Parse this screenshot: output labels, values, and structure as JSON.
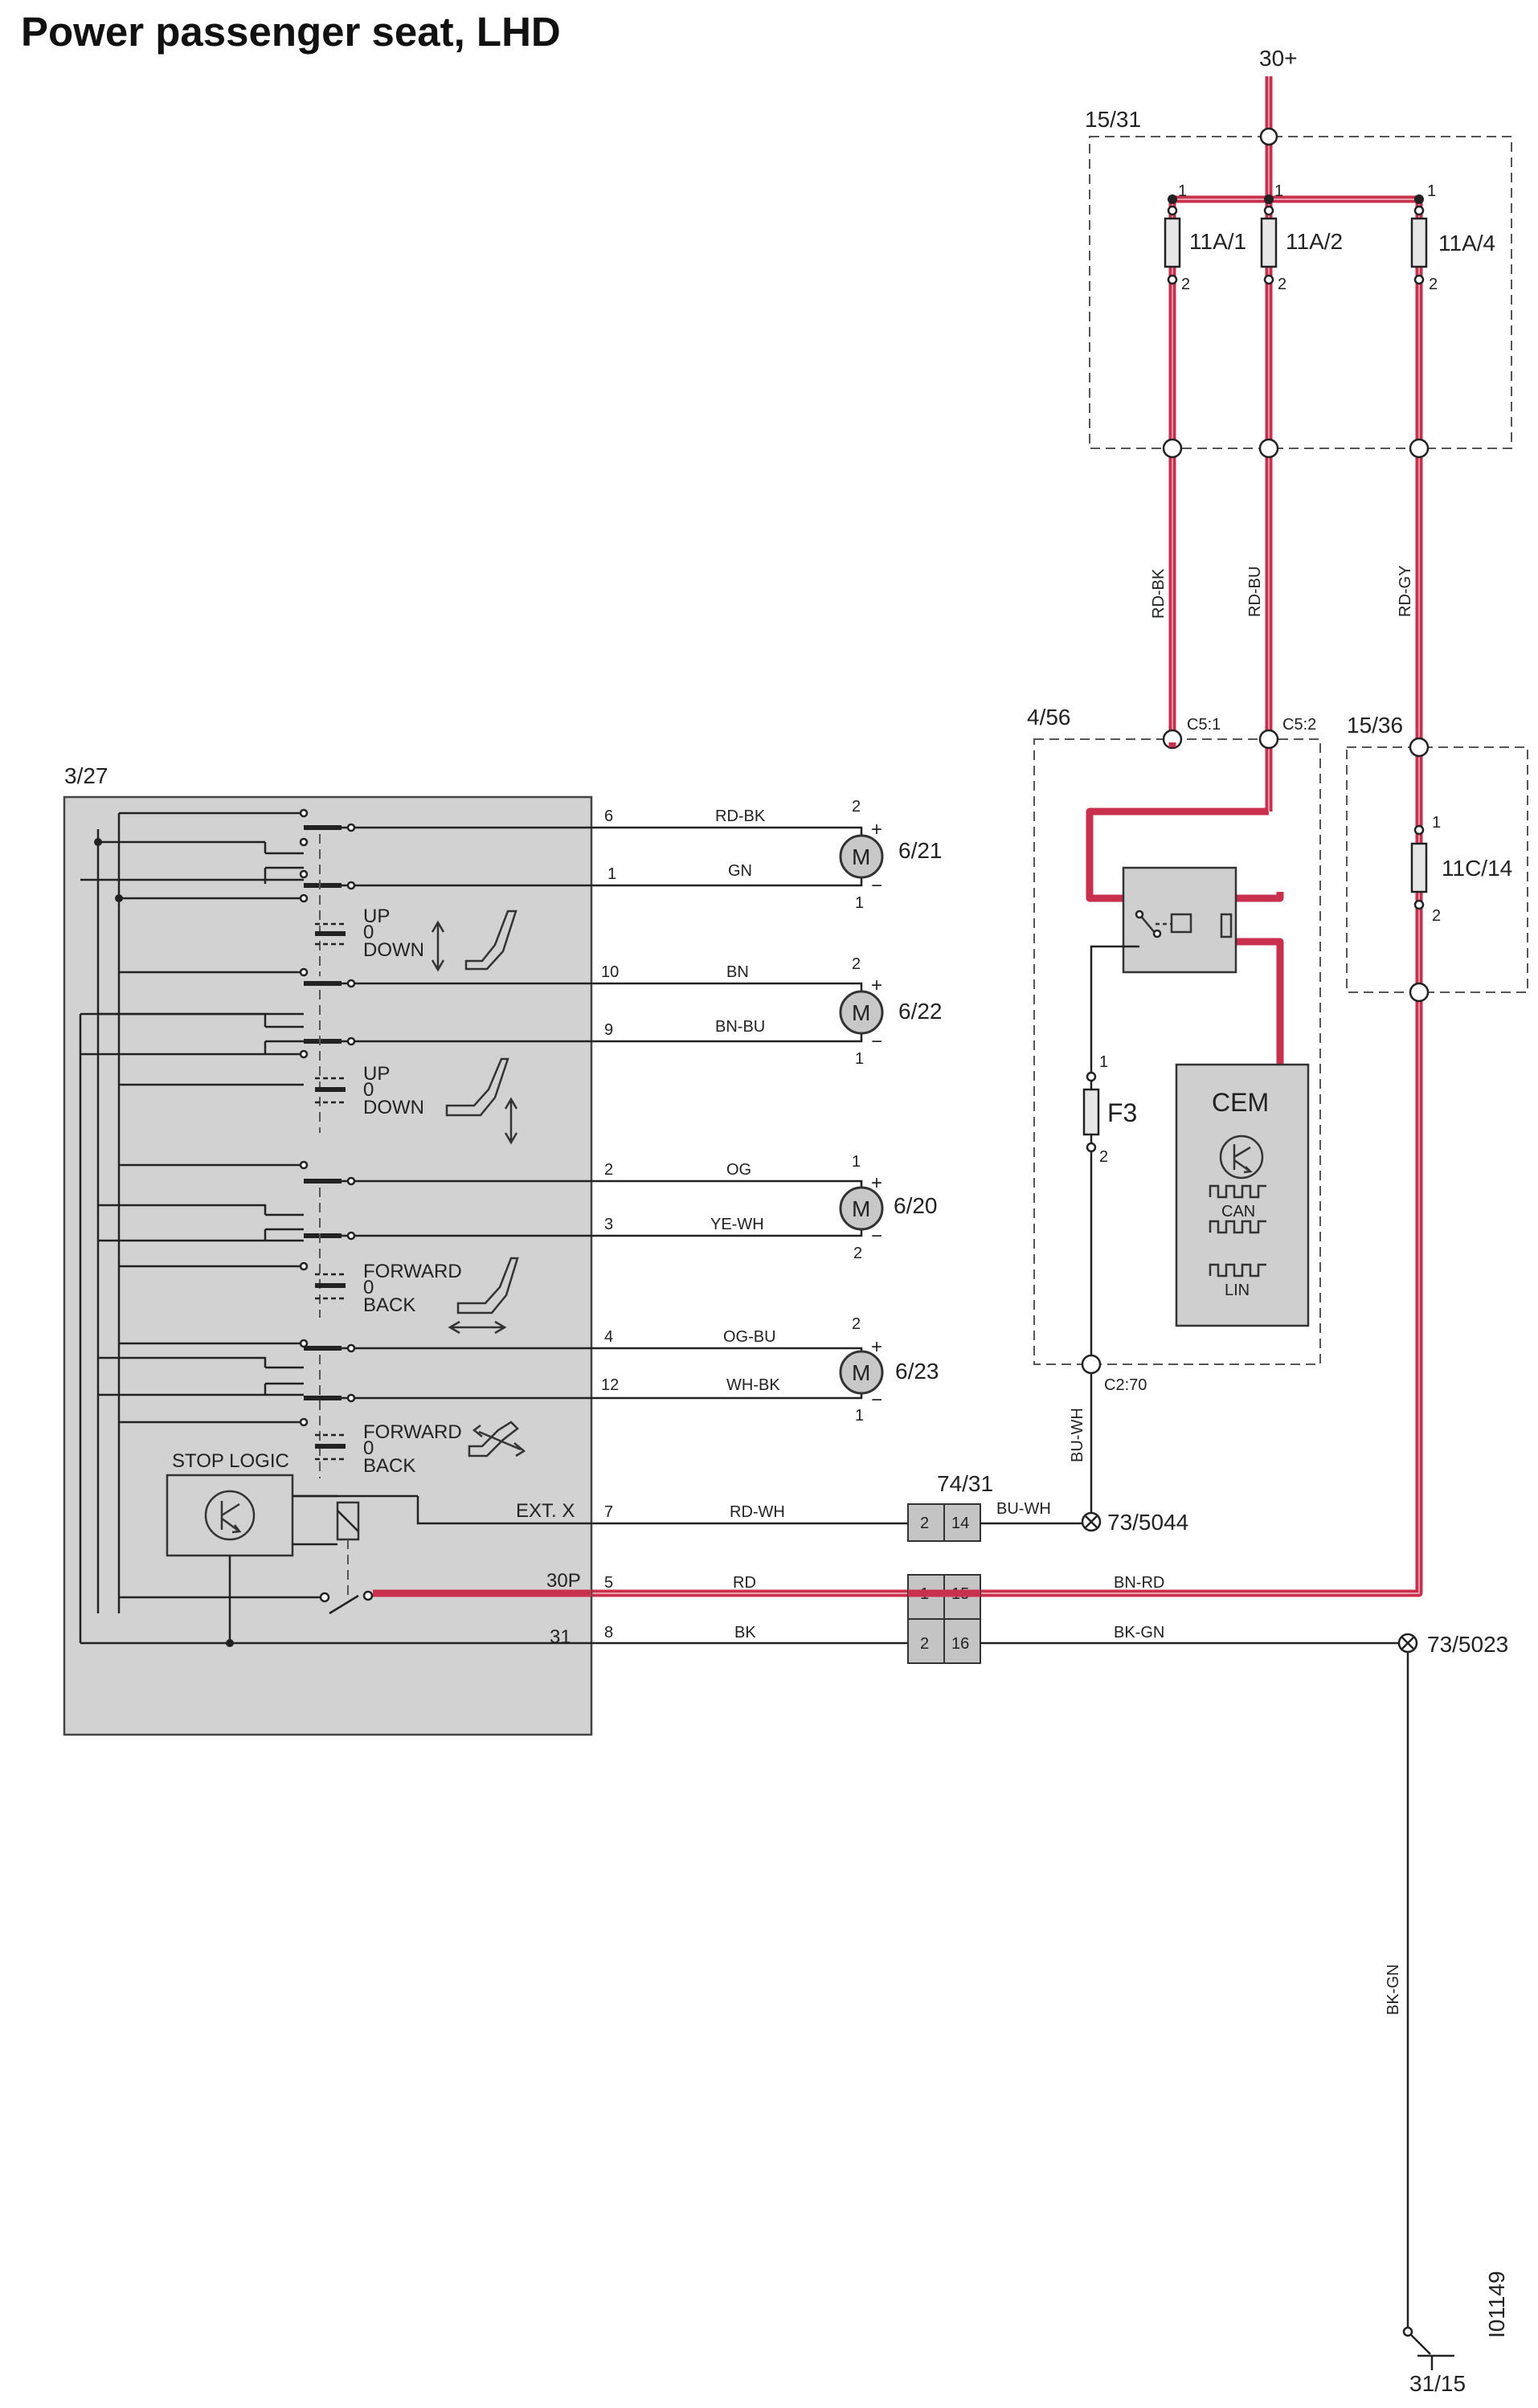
{
  "title": "Power passenger seat, LHD",
  "supply": "30+",
  "fuse_box": {
    "id": "15/31",
    "fuses": [
      {
        "label": "11A/1",
        "pin_in": "1",
        "pin_out": "2"
      },
      {
        "label": "11A/2",
        "pin_in": "1",
        "pin_out": "2"
      },
      {
        "label": "11A/4",
        "pin_in": "1",
        "pin_out": "2"
      }
    ],
    "wires": [
      "RD-BK",
      "RD-BU",
      "RD-GY"
    ]
  },
  "cem_module": {
    "id": "4/56",
    "pin_a": "C5:1",
    "pin_b": "C5:2",
    "pin_out": "C2:70",
    "fuse": {
      "label": "F3",
      "pin_in": "1",
      "pin_out": "2"
    },
    "cem": {
      "label": "CEM",
      "bus1": "CAN",
      "bus2": "LIN"
    }
  },
  "fuse_box2": {
    "id": "15/36",
    "fuse": {
      "label": "11C/14",
      "pin_in": "1",
      "pin_out": "2"
    }
  },
  "seat_module": {
    "id": "3/27",
    "stop_logic": "STOP LOGIC",
    "ext": "EXT. X",
    "p30": "30P",
    "p31": "31",
    "switches": [
      {
        "up": "UP",
        "zero": "0",
        "down": "DOWN"
      },
      {
        "up": "UP",
        "zero": "0",
        "down": "DOWN"
      },
      {
        "up": "FORWARD",
        "zero": "0",
        "down": "BACK"
      },
      {
        "up": "FORWARD",
        "zero": "0",
        "down": "BACK"
      }
    ]
  },
  "motor_symbol": "M",
  "motors": [
    {
      "id": "6/21",
      "top_pin": "2",
      "bottom_pin": "1",
      "wire_a": {
        "pin": "6",
        "color": "RD-BK"
      },
      "wire_b": {
        "pin": "1",
        "color": "GN"
      }
    },
    {
      "id": "6/22",
      "top_pin": "2",
      "bottom_pin": "1",
      "wire_a": {
        "pin": "10",
        "color": "BN"
      },
      "wire_b": {
        "pin": "9",
        "color": "BN-BU"
      }
    },
    {
      "id": "6/20",
      "top_pin": "1",
      "bottom_pin": "2",
      "wire_a": {
        "pin": "2",
        "color": "OG"
      },
      "wire_b": {
        "pin": "3",
        "color": "YE-WH"
      }
    },
    {
      "id": "6/23",
      "top_pin": "2",
      "bottom_pin": "1",
      "wire_a": {
        "pin": "4",
        "color": "OG-BU"
      },
      "wire_b": {
        "pin": "12",
        "color": "WH-BK"
      }
    }
  ],
  "lower_wires": [
    {
      "pin": "7",
      "color": "RD-WH"
    },
    {
      "pin": "5",
      "color": "RD"
    },
    {
      "pin": "8",
      "color": "BK"
    }
  ],
  "connector": {
    "id": "74/31",
    "rows": [
      {
        "left": "2",
        "right": "14",
        "out": "BU-WH"
      },
      {
        "left": "1",
        "right": "15",
        "out": "BN-RD"
      },
      {
        "left": "2",
        "right": "16",
        "out": "BK-GN"
      }
    ]
  },
  "vertical_wire": "BU-WH",
  "grounds": {
    "g1": "73/5044",
    "g2": "73/5023",
    "ground_wire": "BK-GN",
    "chassis": "31/15"
  },
  "ref_code": "I01149"
}
